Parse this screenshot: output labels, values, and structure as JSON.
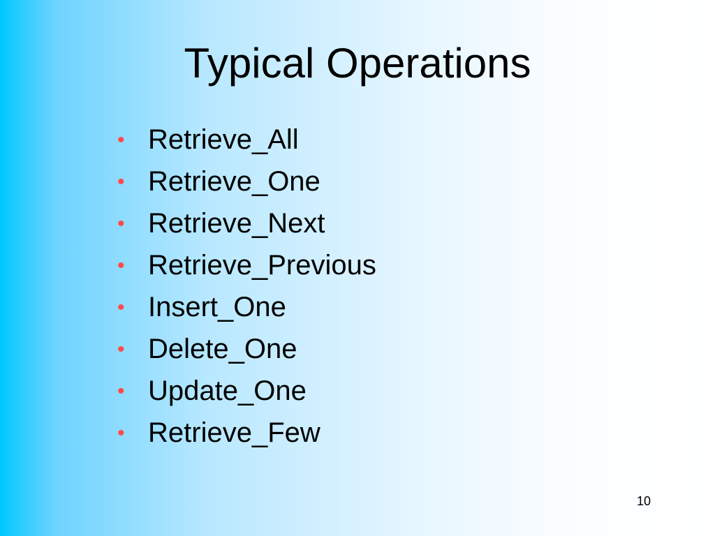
{
  "slide": {
    "title": "Typical Operations",
    "bullets": [
      "Retrieve_All",
      "Retrieve_One",
      "Retrieve_Next",
      "Retrieve_Previous",
      "Insert_One",
      "Delete_One",
      "Update_One",
      "Retrieve_Few"
    ],
    "bullet_symbol": "•",
    "page_number": "10"
  },
  "colors": {
    "bullet": "#ff4a4a",
    "text": "#000000",
    "background_left": "#00c8ff",
    "background_right": "#ffffff"
  }
}
